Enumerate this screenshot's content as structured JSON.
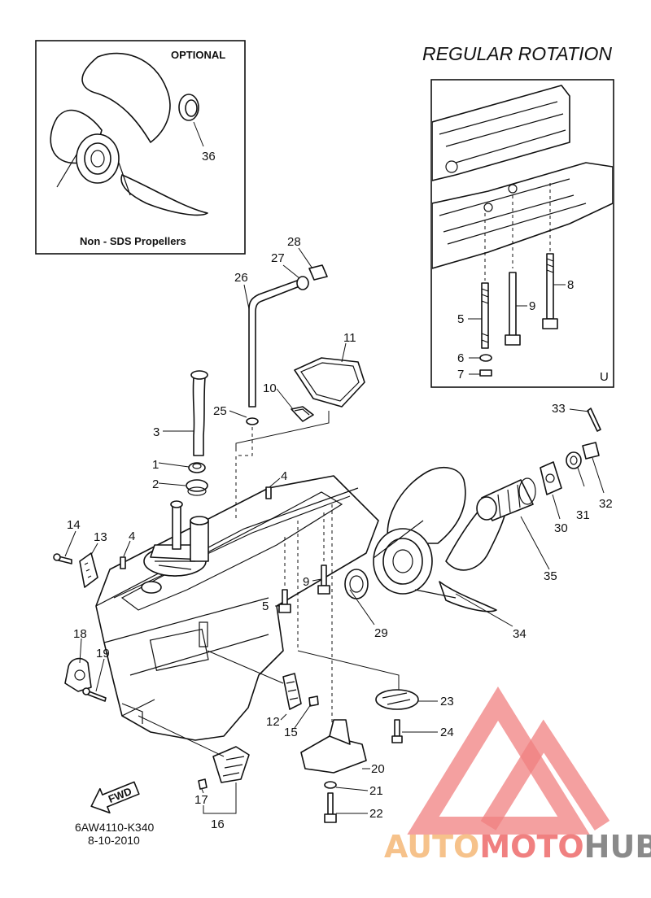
{
  "header": {
    "title": "REGULAR ROTATION"
  },
  "optional_box": {
    "heading": "OPTIONAL",
    "caption": "Non - SDS Propellers",
    "part_label": "36"
  },
  "regular_rotation_box": {
    "corner_mark": "U",
    "labels": [
      "8",
      "9",
      "5",
      "6",
      "7"
    ]
  },
  "part_labels": {
    "p1": "1",
    "p2": "2",
    "p3": "3",
    "p4a": "4",
    "p4b": "4",
    "p5": "5",
    "p9": "9",
    "p10": "10",
    "p11": "11",
    "p12": "12",
    "p13": "13",
    "p14": "14",
    "p15": "15",
    "p16": "16",
    "p17": "17",
    "p18": "18",
    "p19": "19",
    "p20": "20",
    "p21": "21",
    "p22": "22",
    "p23": "23",
    "p24": "24",
    "p25": "25",
    "p26": "26",
    "p27": "27",
    "p28": "28",
    "p29": "29",
    "p30": "30",
    "p31": "31",
    "p32": "32",
    "p33": "33",
    "p34": "34",
    "p35": "35"
  },
  "fwd_arrow": {
    "label": "FWD"
  },
  "drawing_code": {
    "number": "6AW4110-K340",
    "date": "8-10-2010"
  },
  "watermark": {
    "part1": "AUTO",
    "part2": "MOTO",
    "part3": "HUB",
    "colors": {
      "auto": "#f6c28b",
      "moto": "#f08080",
      "hub": "#8a8a8a"
    }
  }
}
